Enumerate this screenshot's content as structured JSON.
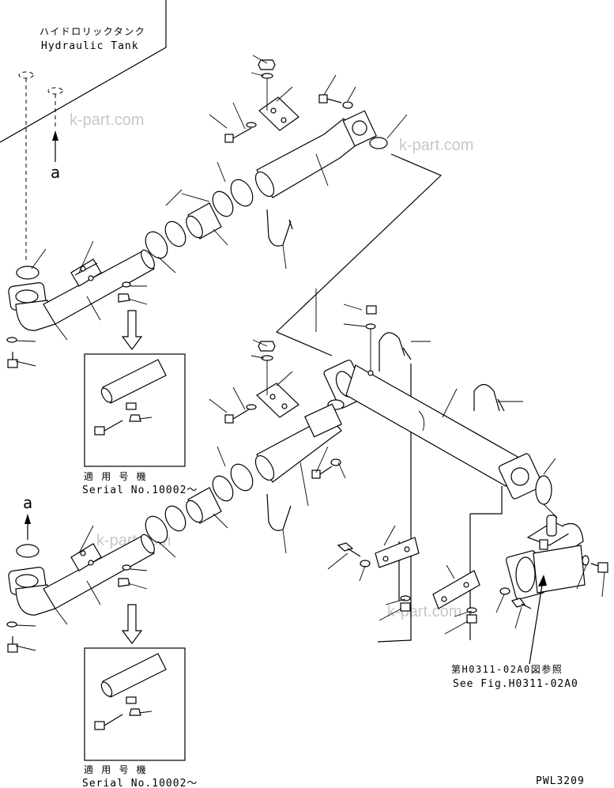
{
  "tank_label": {
    "jp": "ハイドロリックタンク",
    "en": "Hydraulic Tank"
  },
  "view_marker": "a",
  "inset_top": {
    "jp": "適 用 号 機",
    "en": "Serial No.10002～"
  },
  "inset_bottom": {
    "jp": "適 用 号 機",
    "en": "Serial No.10002～"
  },
  "reference": {
    "jp": "第H0311-02A0図参照",
    "en": "See Fig.H0311-02A0"
  },
  "drawing_code": "PWL3209",
  "watermark": "k-part.com"
}
